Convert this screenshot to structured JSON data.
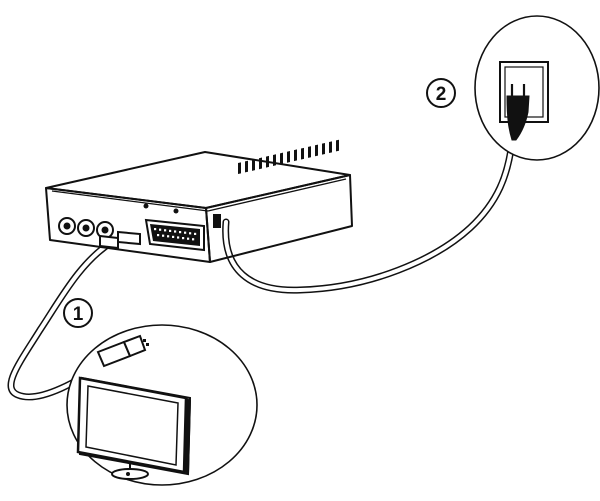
{
  "diagram": {
    "steps": [
      {
        "number": "1",
        "target": "tv",
        "connection": "scart-cable"
      },
      {
        "number": "2",
        "target": "wall-socket",
        "connection": "power-cable"
      }
    ],
    "colors": {
      "line": "#111111",
      "background": "#ffffff",
      "cable_fill": "#ffffff"
    },
    "icons": [
      "set-top-box",
      "scart-connector",
      "tv-monitor",
      "power-plug",
      "wall-socket"
    ]
  }
}
